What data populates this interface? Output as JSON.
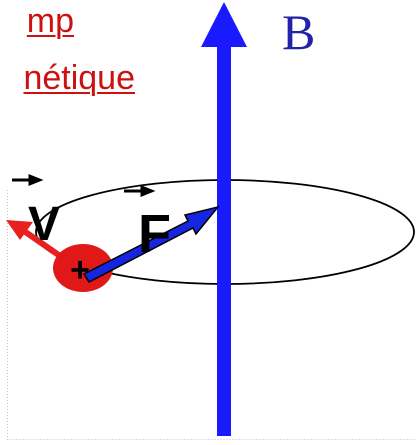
{
  "title": {
    "line_1": "mp",
    "line_2": "nétique"
  },
  "labels": {
    "field": "B",
    "velocity": "V",
    "force": "F",
    "charge_sign": "+"
  },
  "colors": {
    "title": "#cc1111",
    "field_vector": "#1a1aff",
    "field_label": "#2222aa",
    "velocity_vector": "#e82020",
    "force_vector": "#1525e0",
    "charge": "#e01818",
    "orbit": "#000000",
    "text": "#000000"
  },
  "icons": {
    "vector_marker": "right-arrow-over-letter"
  }
}
